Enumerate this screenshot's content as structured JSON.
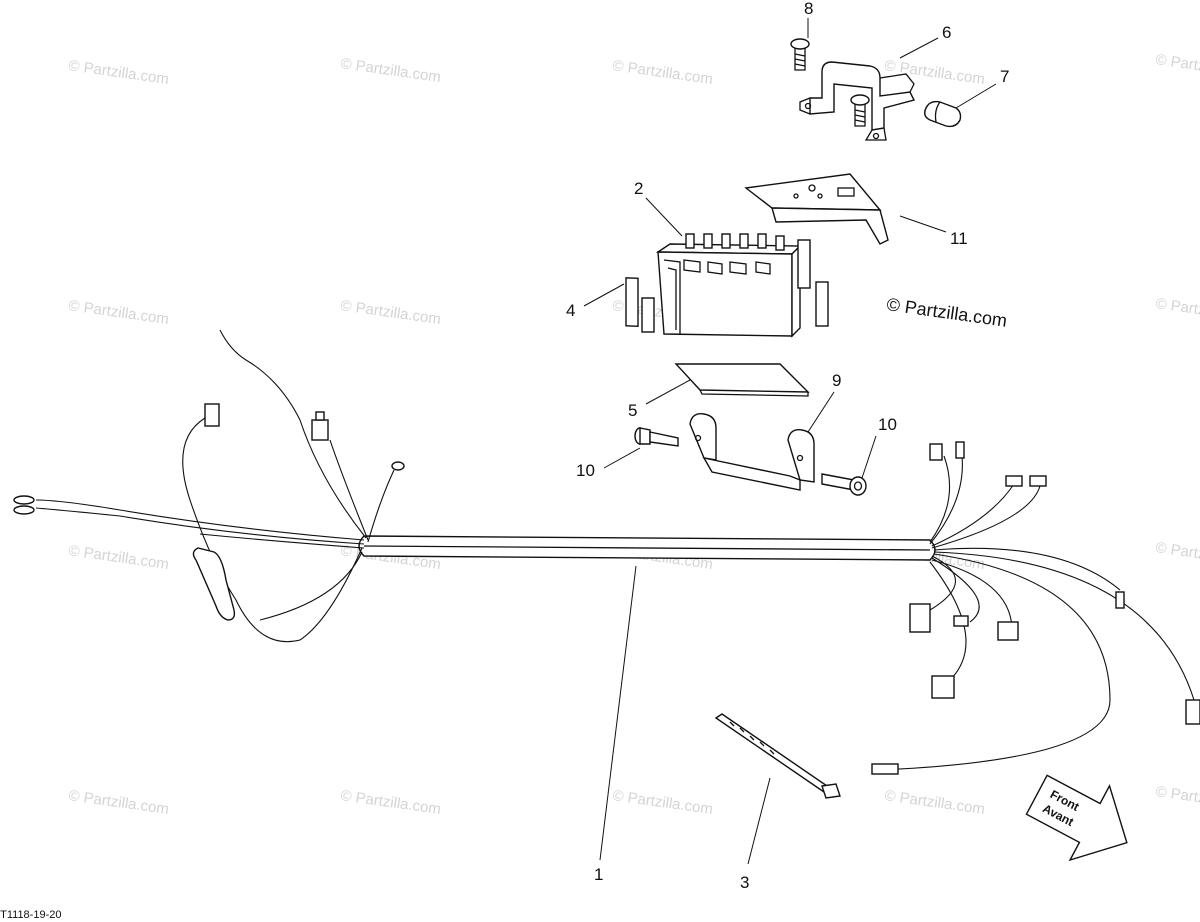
{
  "watermark_text": "© Partzilla.com",
  "copyright": "© Partzilla.com",
  "drawing_code": "8T1118-19-20",
  "front_arrow": {
    "line1": "Front",
    "line2": "Avant"
  },
  "callouts": {
    "c1": "1",
    "c2": "2",
    "c3": "3",
    "c4": "4",
    "c5": "5",
    "c6": "6",
    "c7": "7",
    "c8": "8",
    "c9": "9",
    "c10a": "10",
    "c10b": "10",
    "c11": "11"
  }
}
